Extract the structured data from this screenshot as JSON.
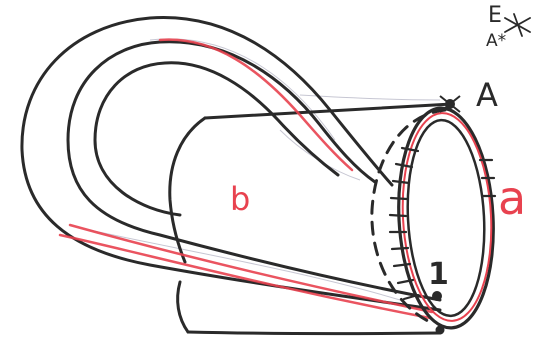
{
  "diagram": {
    "labels": {
      "b": "b",
      "a": "a",
      "A": "A",
      "one": "1",
      "A_star": "A*",
      "E": "E"
    },
    "colors": {
      "ink": "#2a2a2a",
      "pen_red": "#e8424f",
      "pencil": "#b9b9c8"
    }
  }
}
